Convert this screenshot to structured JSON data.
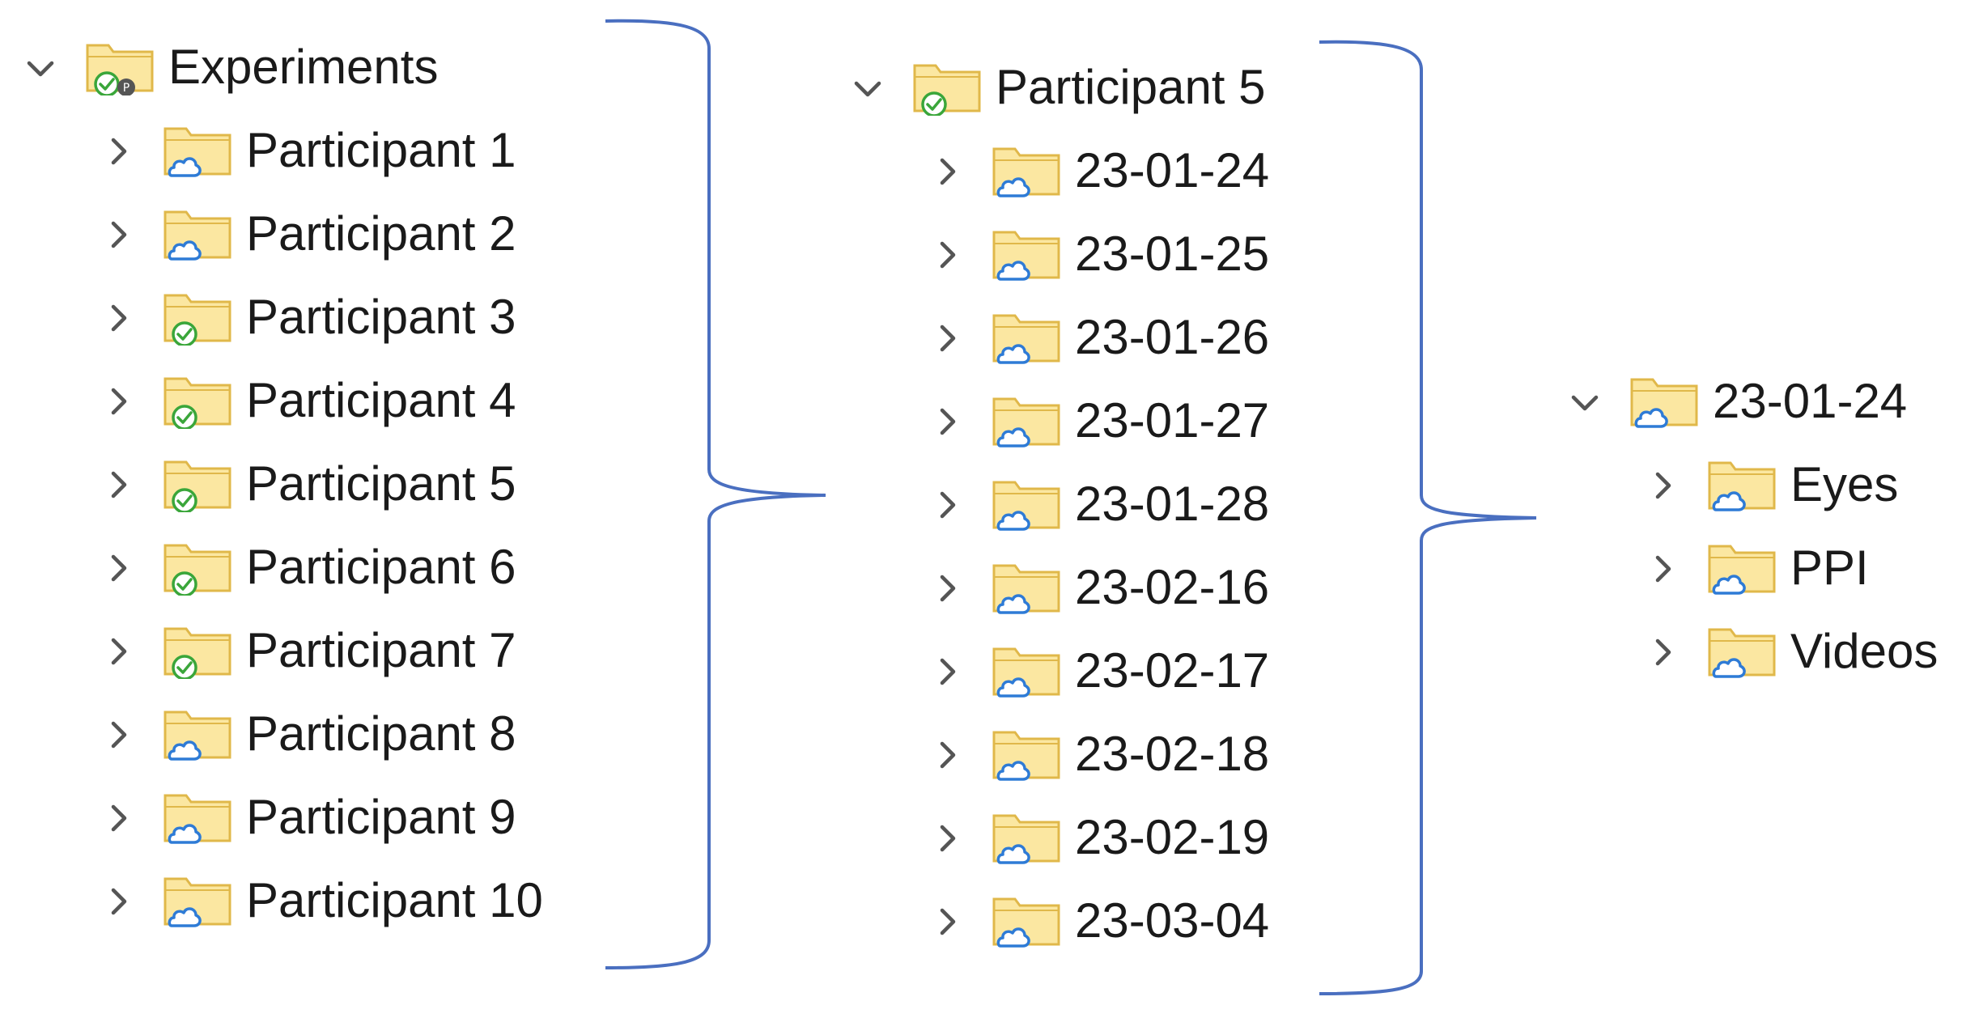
{
  "trees": [
    {
      "root": {
        "label": "Experiments",
        "status": "synced-mixed",
        "expanded": true
      },
      "children": [
        {
          "label": "Participant 1",
          "status": "cloud"
        },
        {
          "label": "Participant 2",
          "status": "cloud"
        },
        {
          "label": "Participant 3",
          "status": "synced"
        },
        {
          "label": "Participant 4",
          "status": "synced"
        },
        {
          "label": "Participant 5",
          "status": "synced"
        },
        {
          "label": "Participant 6",
          "status": "synced"
        },
        {
          "label": "Participant 7",
          "status": "synced"
        },
        {
          "label": "Participant 8",
          "status": "cloud"
        },
        {
          "label": "Participant 9",
          "status": "cloud"
        },
        {
          "label": "Participant 10",
          "status": "cloud"
        }
      ]
    },
    {
      "root": {
        "label": "Participant 5",
        "status": "synced",
        "expanded": true
      },
      "children": [
        {
          "label": "23-01-24",
          "status": "cloud"
        },
        {
          "label": "23-01-25",
          "status": "cloud"
        },
        {
          "label": "23-01-26",
          "status": "cloud"
        },
        {
          "label": "23-01-27",
          "status": "cloud"
        },
        {
          "label": "23-01-28",
          "status": "cloud"
        },
        {
          "label": "23-02-16",
          "status": "cloud"
        },
        {
          "label": "23-02-17",
          "status": "cloud"
        },
        {
          "label": "23-02-18",
          "status": "cloud"
        },
        {
          "label": "23-02-19",
          "status": "cloud"
        },
        {
          "label": "23-03-04",
          "status": "cloud"
        }
      ]
    },
    {
      "root": {
        "label": "23-01-24",
        "status": "cloud",
        "expanded": true
      },
      "children": [
        {
          "label": "Eyes",
          "status": "cloud"
        },
        {
          "label": "PPI",
          "status": "cloud"
        },
        {
          "label": "Videos",
          "status": "cloud"
        }
      ]
    }
  ],
  "icons": {
    "expanded": "chevron-down-icon",
    "collapsed": "chevron-right-icon",
    "folder": "folder-icon",
    "cloud": "cloud-icon",
    "synced": "green-check-icon"
  },
  "colors": {
    "folder_fill": "#fbe7a1",
    "folder_edge": "#e0b84a",
    "cloud": "#2e7bd6",
    "check": "#3aa63a",
    "brace": "#4a6fc0",
    "chevron": "#555555",
    "text": "#1a1a1a"
  }
}
